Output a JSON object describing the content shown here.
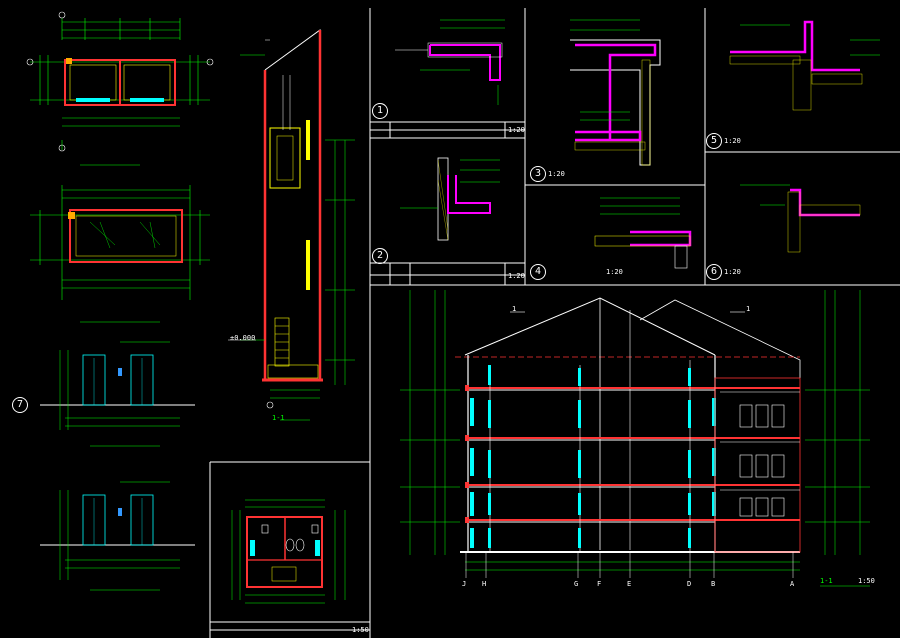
{
  "colors": {
    "background": "#000000",
    "frame": "#ffffff",
    "dimension": "#00ff00",
    "wall": "#ff3333",
    "detail": "#ff00ff",
    "hatch": "#ffff00",
    "glass": "#00ffff"
  },
  "detail_markers": {
    "d1": "1",
    "d2": "2",
    "d3": "3",
    "d4": "4",
    "d5": "5",
    "d6": "6",
    "d7": "7"
  },
  "scales": {
    "d1": "1:20",
    "d2": "1:20",
    "d3": "1:20",
    "d4": "1:20",
    "d5": "1:20",
    "d6": "1:20",
    "section": "1:50",
    "toilet": "1:50"
  },
  "section_markers": {
    "section_title": "1-1",
    "shaft_title": "1-1",
    "cut_left": "1",
    "cut_right": "1"
  },
  "grid_axes": {
    "section": [
      "J",
      "H",
      "G",
      "F",
      "E",
      "D",
      "B",
      "A"
    ]
  },
  "level_marks": {
    "top": "±0.000"
  }
}
